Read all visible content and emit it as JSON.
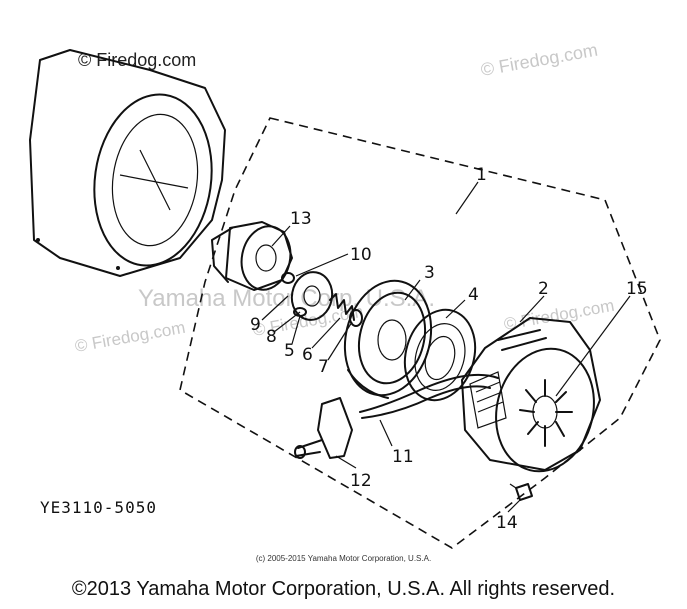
{
  "watermarks": {
    "firedog": "© Firedog.com",
    "yamaha": "Yamaha Motor Corp. U.S.A."
  },
  "callouts": [
    "1",
    "2",
    "3",
    "4",
    "5",
    "6",
    "7",
    "8",
    "9",
    "10",
    "11",
    "12",
    "13",
    "14",
    "15"
  ],
  "part_code": "YE3110-5050",
  "small_copyright": "(c) 2005-2015 Yamaha Motor Corporation, U.S.A.",
  "footer_copyright": "©2013 Yamaha Motor Corporation, U.S.A. All rights reserved."
}
